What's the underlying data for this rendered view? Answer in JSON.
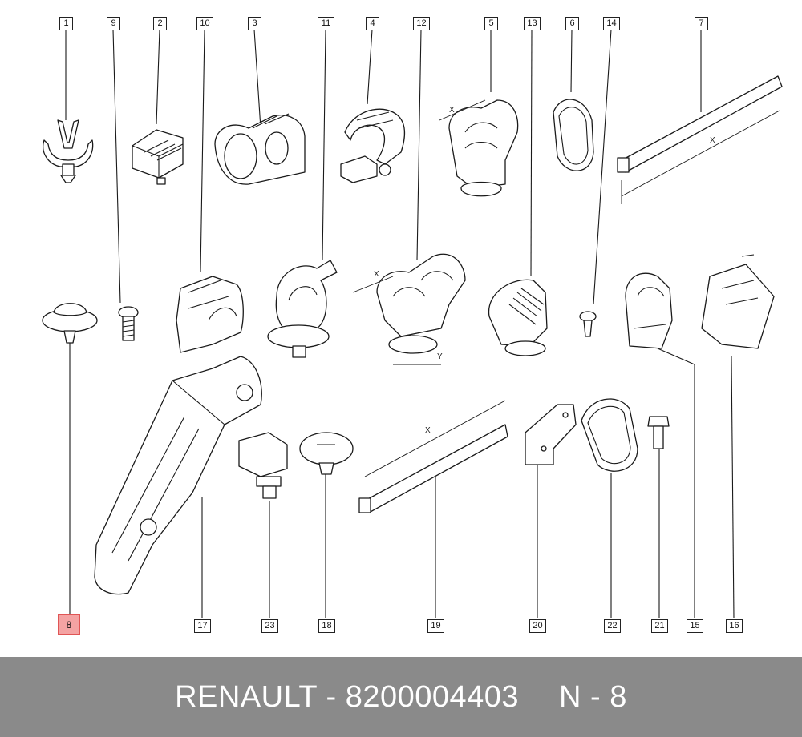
{
  "callouts": [
    {
      "id": "1",
      "label": "1"
    },
    {
      "id": "9",
      "label": "9"
    },
    {
      "id": "2",
      "label": "2"
    },
    {
      "id": "10",
      "label": "10"
    },
    {
      "id": "3",
      "label": "3"
    },
    {
      "id": "11",
      "label": "11"
    },
    {
      "id": "4",
      "label": "4"
    },
    {
      "id": "12",
      "label": "12"
    },
    {
      "id": "5",
      "label": "5"
    },
    {
      "id": "13",
      "label": "13"
    },
    {
      "id": "6",
      "label": "6"
    },
    {
      "id": "14",
      "label": "14"
    },
    {
      "id": "7",
      "label": "7"
    },
    {
      "id": "8",
      "label": "8",
      "highlighted": true
    },
    {
      "id": "17",
      "label": "17"
    },
    {
      "id": "23",
      "label": "23"
    },
    {
      "id": "18",
      "label": "18"
    },
    {
      "id": "19",
      "label": "19"
    },
    {
      "id": "20",
      "label": "20"
    },
    {
      "id": "22",
      "label": "22"
    },
    {
      "id": "21",
      "label": "21"
    },
    {
      "id": "15",
      "label": "15"
    },
    {
      "id": "16",
      "label": "16"
    }
  ],
  "dimension_labels": {
    "x": "X",
    "y": "Y"
  },
  "footer": {
    "brand_part": "RENAULT - 8200004403",
    "position": "N - 8"
  },
  "colors": {
    "highlight": "#f4a3a3",
    "footer_bg": "#8a8a8a",
    "footer_text": "#ffffff"
  }
}
